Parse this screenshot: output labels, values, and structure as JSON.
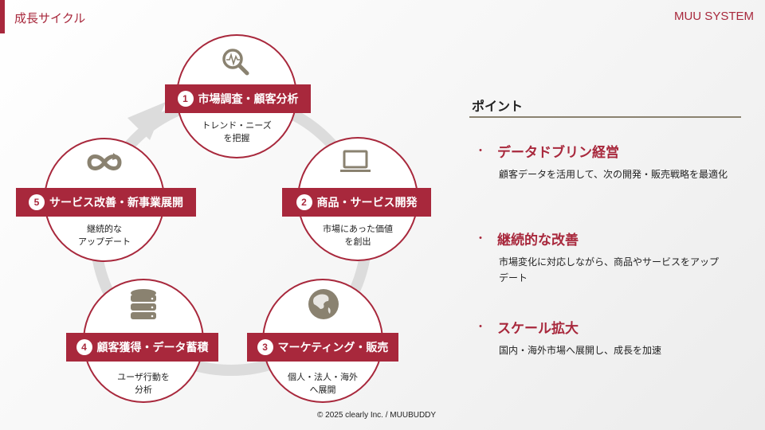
{
  "header": {
    "title": "成長サイクル",
    "brand": "MUU SYSTEM"
  },
  "steps": [
    {
      "num": "1",
      "label": "市場調査・顧客分析",
      "desc": [
        "トレンド・ニーズ",
        "を把握"
      ],
      "icon": "magnifier-pulse-icon"
    },
    {
      "num": "2",
      "label": "商品・サービス開発",
      "desc": [
        "市場にあった価値",
        "を創出"
      ],
      "icon": "laptop-icon"
    },
    {
      "num": "3",
      "label": "マーケティング・販売",
      "desc": [
        "個人・法人・海外",
        "へ展開"
      ],
      "icon": "globe-icon"
    },
    {
      "num": "4",
      "label": "顧客獲得・データ蓄積",
      "desc": [
        "ユーザ行動を",
        "分析"
      ],
      "icon": "database-icon"
    },
    {
      "num": "5",
      "label": "サービス改善・新事業展開",
      "desc": [
        "継続的な",
        "アップデート"
      ],
      "icon": "infinity-loop-icon"
    }
  ],
  "points": {
    "title": "ポイント",
    "bullet": "・",
    "items": [
      {
        "heading": "データドブリン経営",
        "body": "顧客データを活用して、次の開発・販売戦略を最適化"
      },
      {
        "heading": "継続的な改善",
        "body": "市場変化に対応しながら、商品やサービスをアップデート"
      },
      {
        "heading": "スケール拡大",
        "body": "国内・海外市場へ展開し、成長を加速"
      }
    ]
  },
  "footer": "© 2025 clearly Inc. / MUUBUDDY",
  "colors": {
    "accent": "#a8283c",
    "icon": "#8a8270",
    "ring": "#dcdcdc"
  }
}
